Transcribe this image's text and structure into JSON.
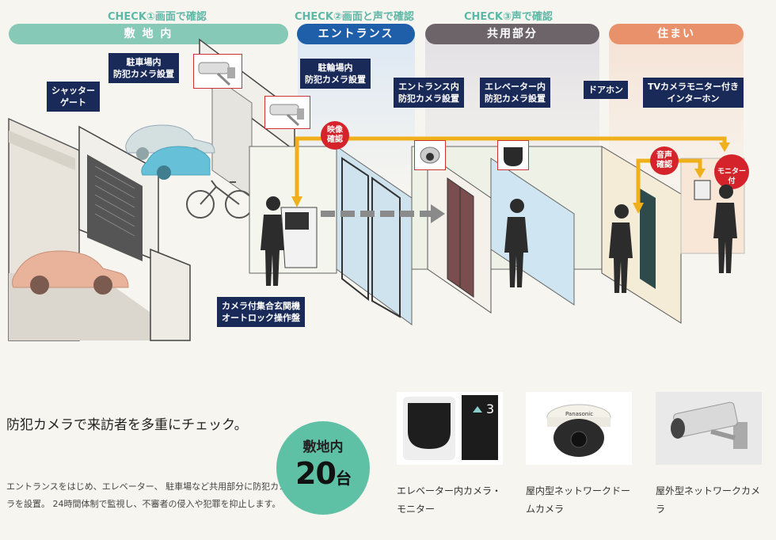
{
  "checks": [
    "CHECK①画面で確認",
    "CHECK②画面と声で確認",
    "CHECK③声で確認"
  ],
  "zones": [
    {
      "label": "敷 地 内",
      "color": "#86c9b6"
    },
    {
      "label": "エントランス",
      "color": "#1f5ea8"
    },
    {
      "label": "共用部分",
      "color": "#6d6469"
    },
    {
      "label": "住まい",
      "color": "#e8916b"
    }
  ],
  "labels": {
    "shutter_gate": "シャッター\nゲート",
    "parking_camera": "駐車場内\n防犯カメラ設置",
    "bicycle_camera": "駐輪場内\n防犯カメラ設置",
    "entrance_camera": "エントランス内\n防犯カメラ設置",
    "elevator_camera": "エレベーター内\n防犯カメラ設置",
    "doorphone": "ドアホン",
    "tv_intercom": "TVカメラモニター付き\nインターホン",
    "autolock_panel": "カメラ付集合玄関機\nオートロック操作盤"
  },
  "badges": {
    "video_confirm": "映像\n確認",
    "voice_confirm": "音声\n確認",
    "monitor": "モニター付"
  },
  "bottom": {
    "title": "防犯カメラで来訪者を多重にチェック。",
    "description": "エントランスをはじめ、エレベーター、 駐車場など共用部分に防犯カメラを設置。 24時間体制で監視し、不審者の侵入や犯罪を抑止します。",
    "count_label": "敷地内",
    "count_number": "20",
    "count_unit": "台"
  },
  "products": [
    {
      "caption": "エレベーター内カメラ・モニター",
      "monitor_floor": "3"
    },
    {
      "caption": "屋内型ネットワークドームカメラ",
      "brand": "Panasonic"
    },
    {
      "caption": "屋外型ネットワークカメラ"
    }
  ],
  "colors": {
    "navy": "#1a2a58",
    "red": "#d4232b",
    "arrow": "#f0b01c",
    "teal": "#5ec0a4"
  }
}
